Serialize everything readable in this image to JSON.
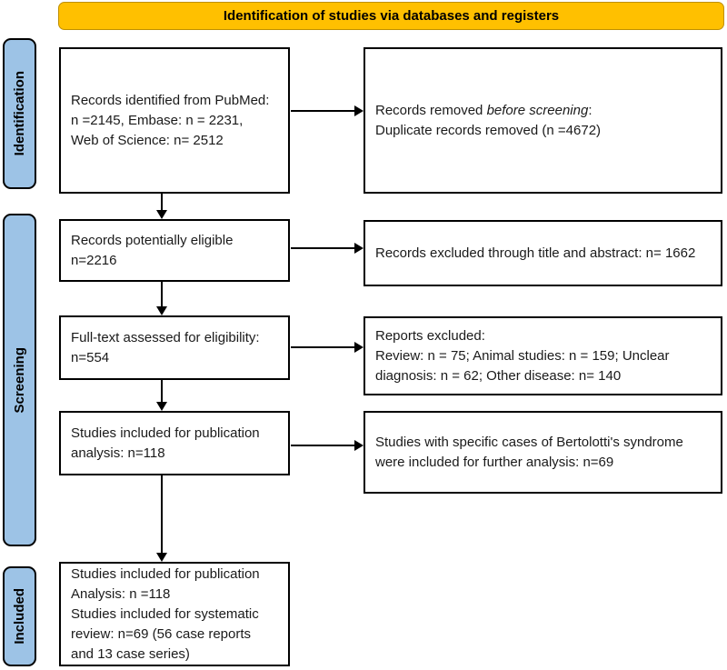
{
  "title": {
    "text": "Identification of studies via databases and registers"
  },
  "sidebar": {
    "identification": "Identification",
    "screening": "Screening",
    "included": "Included"
  },
  "boxes": {
    "records_identified": {
      "lines": [
        "Records identified from PubMed:",
        "n =2145, Embase: n = 2231,",
        "Web of Science: n= 2512"
      ]
    },
    "records_removed": {
      "prefix": "Records removed ",
      "italic": "before screening",
      "suffix": ":",
      "line2": "Duplicate records removed (n =4672)"
    },
    "records_eligible": {
      "lines": [
        "Records potentially eligible",
        "n=2216"
      ]
    },
    "records_excluded": {
      "lines": [
        "Records excluded through title and abstract: n= 1662"
      ]
    },
    "fulltext_assessed": {
      "lines": [
        "Full-text assessed for eligibility:",
        "n=554"
      ]
    },
    "reports_excluded": {
      "lines": [
        "Reports excluded:",
        "Review: n = 75; Animal studies: n = 159; Unclear",
        "diagnosis: n = 62; Other disease: n= 140"
      ]
    },
    "publication_analysis": {
      "lines": [
        "Studies included for publication",
        "analysis: n=118"
      ]
    },
    "bertolotti_cases": {
      "lines": [
        "Studies with specific cases of Bertolotti's syndrome",
        "were included for further analysis: n=69"
      ]
    },
    "final_included": {
      "lines": [
        "Studies included for publication",
        "Analysis: n =118",
        "Studies included for systematic",
        "review: n=69 (56 case reports",
        "and 13 case series)"
      ]
    }
  },
  "colors": {
    "banner_bg": "#FFC000",
    "banner_border": "#BF8F00",
    "sidebar_bg": "#9DC3E6",
    "box_border": "#000000",
    "text": "#1a1a1a"
  }
}
